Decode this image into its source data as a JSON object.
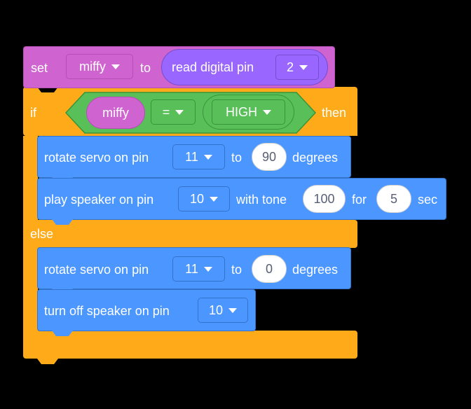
{
  "set_block": {
    "keyword": "set",
    "variable": "miffy",
    "to": "to"
  },
  "read_block": {
    "label": "read digital pin",
    "pin": "2"
  },
  "if_block": {
    "if": "if",
    "then": "then",
    "else": "else"
  },
  "condition": {
    "left": "miffy",
    "operator": "=",
    "right": "HIGH"
  },
  "servo1": {
    "label": "rotate servo on pin",
    "pin": "11",
    "to": "to",
    "angle": "90",
    "unit": "degrees"
  },
  "speaker": {
    "label": "play speaker on pin",
    "pin": "10",
    "with_tone": "with tone",
    "tone": "100",
    "for": "for",
    "duration": "5",
    "unit": "sec"
  },
  "servo2": {
    "label": "rotate servo on pin",
    "pin": "11",
    "to": "to",
    "angle": "0",
    "unit": "degrees"
  },
  "speaker_off": {
    "label": "turn off speaker on pin",
    "pin": "10"
  },
  "colors": {
    "control": "#ffab19",
    "variables": "#cf63cf",
    "operators": "#59c059",
    "sensing": "#9966ff",
    "motion": "#4c97ff"
  }
}
